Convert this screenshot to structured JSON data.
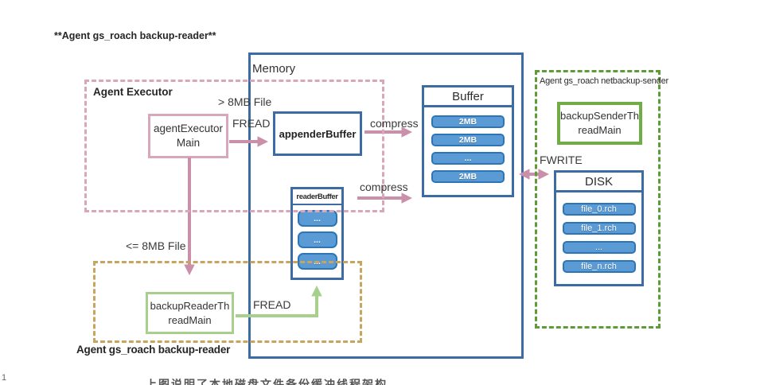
{
  "title": "**Agent gs_roach backup-reader**",
  "memory": {
    "label": "Memory"
  },
  "executor_group": {
    "label": "Agent Executor",
    "main_box": {
      "line1": "agentExecutor",
      "line2": "Main"
    }
  },
  "appender_buffer": {
    "label": "appenderBuffer"
  },
  "reader_buffer": {
    "label": "readerBuffer",
    "blocks": [
      "...",
      "...",
      "..."
    ]
  },
  "buffer": {
    "title": "Buffer",
    "blocks": [
      "2MB",
      "2MB",
      "...",
      "2MB"
    ]
  },
  "disk": {
    "title": "DISK",
    "blocks": [
      "file_0.rch",
      "file_1.rch",
      "...",
      "file_n.rch"
    ]
  },
  "sender_group": {
    "label": "Agent gs_roach netbackup-sender",
    "sender_box": {
      "line1": "backupSenderTh",
      "line2": "readMain"
    }
  },
  "reader_group": {
    "label": "Agent gs_roach backup-reader",
    "reader_box": {
      "line1": "backupReaderTh",
      "line2": "readMain"
    }
  },
  "labels": {
    "gt_8mb": "> 8MB File",
    "fread_top": "FREAD",
    "compress_top": "compress",
    "compress_bottom": "compress",
    "fwrite": "FWRITE",
    "le_8mb": "<= 8MB File",
    "fread_bottom": "FREAD"
  },
  "caption_partial": "上图说明了本地磁盘文件备份缓冲线程架构",
  "caption_fragment": "1",
  "colors": {
    "blue_border": "#3c6ca3",
    "block_fill": "#5b9bd5",
    "block_border": "#2e75b6",
    "pink_solid": "#ca90aa",
    "pink_dash": "#d8a7bc",
    "green_dark": "#70ad47",
    "green_light": "#a8d08d",
    "green_dot": "#5f9c38",
    "orange_dash": "#c8a55e"
  }
}
